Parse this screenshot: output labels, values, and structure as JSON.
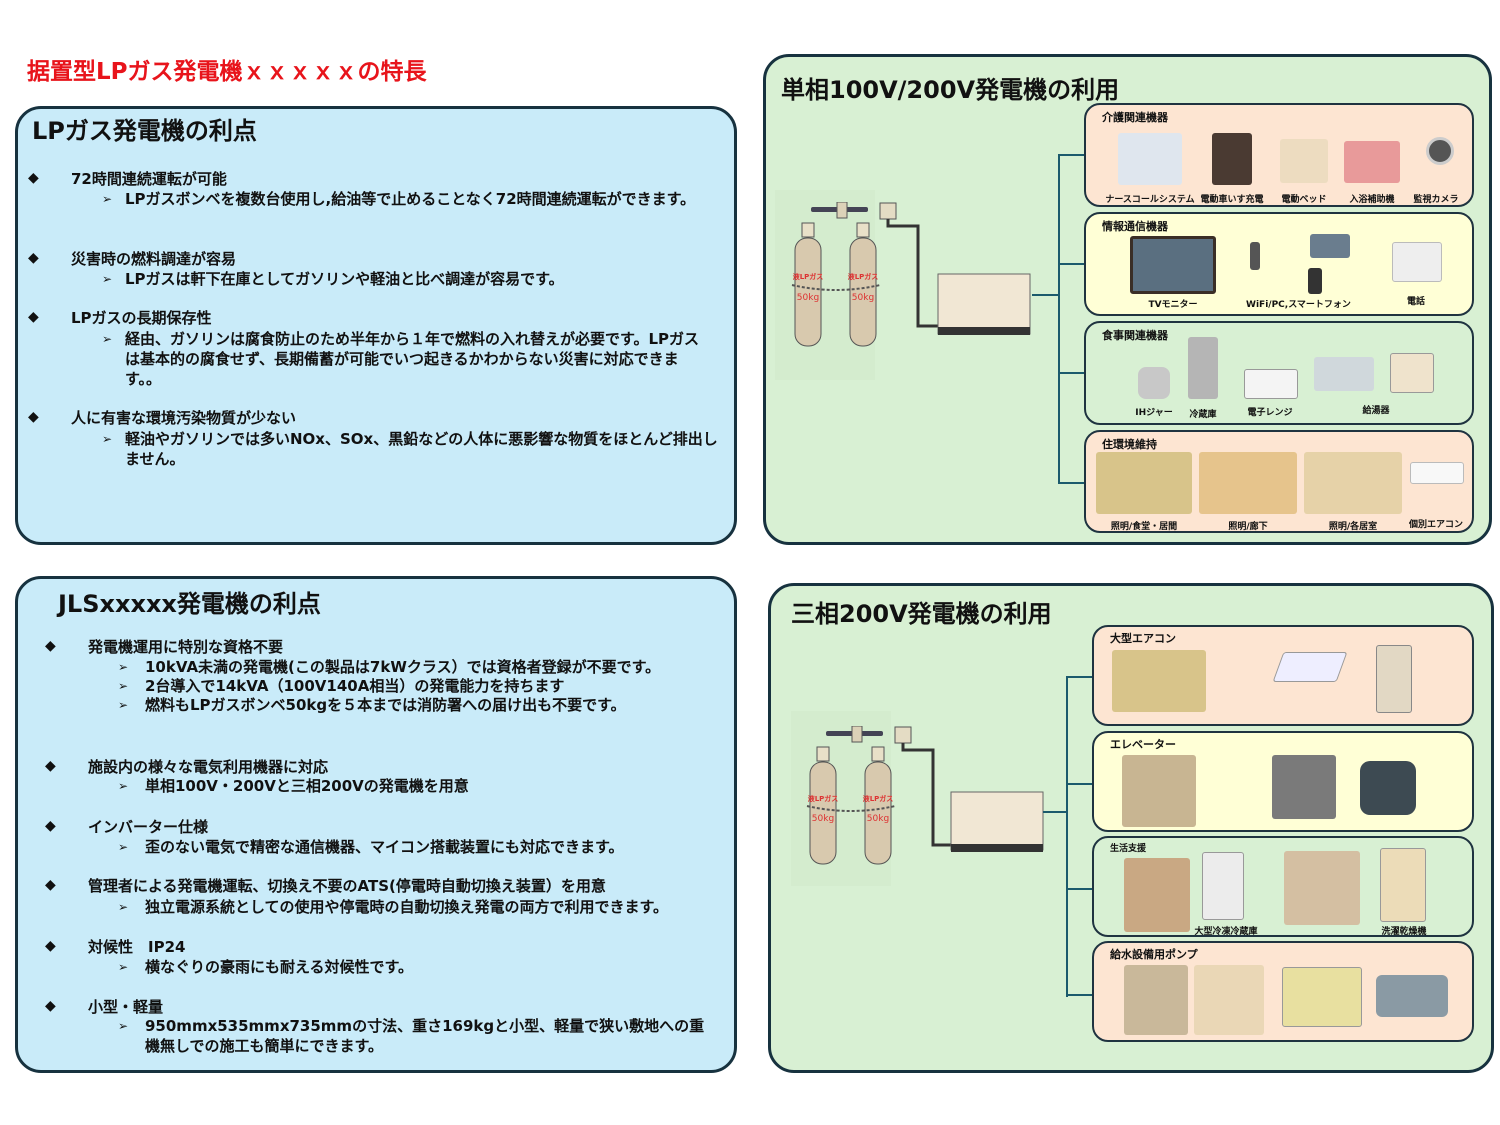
{
  "page_title": "据置型LPガス発電機ｘｘｘｘｘの特長",
  "lp_panel": {
    "title": "LPガス発電機の利点",
    "features": [
      {
        "head": "72時間連続運転が可能",
        "subs": [
          "LPガスボンベを複数台使用し,給油等で止めることなく72時間連続運転ができます。"
        ]
      },
      {
        "head": "災害時の燃料調達が容易",
        "subs": [
          "LPガスは軒下在庫としてガソリンや軽油と比べ調達が容易です。"
        ]
      },
      {
        "head": "LPガスの長期保存性",
        "subs": [
          "経由、ガソリンは腐食防止のため半年から１年で燃料の入れ替えが必要です。LPガスは基本的の腐食せず、長期備蓄が可能でいつ起きるかわからない災害に対応できます。。"
        ]
      },
      {
        "head": "人に有害な環境汚染物質が少ない",
        "subs": [
          "軽油やガソリンでは多いNOx、SOx、黒鉛などの人体に悪影響な物質をほとんど排出しません。"
        ]
      }
    ]
  },
  "jls_panel": {
    "title": "JLSxxxxx発電機の利点",
    "features": [
      {
        "head": "発電機運用に特別な資格不要",
        "subs": [
          "10kVA未満の発電機(この製品は7kWクラス）では資格者登録が不要です。",
          "2台導入で14kVA（100V140A相当）の発電能力を持ちます",
          "燃料もLPガスボンベ50kgを５本までは消防署への届け出も不要です。"
        ]
      },
      {
        "head": "施設内の様々な電気利用機器に対応",
        "subs": [
          "単相100V・200Vと三相200Vの発電機を用意"
        ]
      },
      {
        "head": "インバーター仕様",
        "subs": [
          "歪のない電気で精密な通信機器、マイコン搭載装置にも対応できます。"
        ]
      },
      {
        "head": "管理者による発電機運転、切換え不要のATS(停電時自動切換え装置）を用意",
        "subs": [
          "独立電源系統としての使用や停電時の自動切換え発電の両方で利用できます。"
        ]
      },
      {
        "head": "対候性　IP24",
        "subs": [
          "横なぐりの豪雨にも耐える対候性です。"
        ]
      },
      {
        "head": "小型・軽量",
        "subs": [
          "950mmx535mmx735mmの寸法、重さ169kgと小型、軽量で狭い敷地への重機無しでの施工も簡単にできます。"
        ]
      }
    ]
  },
  "single_phase_panel": {
    "title": "単相100V/200V発電機の利用",
    "cylinder_label": "液LPガス",
    "cylinder_weight": "50kg",
    "groups": [
      {
        "label": "介護関連機器",
        "items": [
          "ナースコールシステム",
          "電動車いす充電",
          "電動ベッド",
          "入浴補助機",
          "監視カメラ"
        ]
      },
      {
        "label": "情報通信機器",
        "items": [
          "TVモニター",
          "WiFi/PC,スマートフォン",
          "電話"
        ]
      },
      {
        "label": "食事関連機器",
        "items": [
          "IHジャー",
          "冷蔵庫",
          "電子レンジ",
          "給湯器"
        ]
      },
      {
        "label": "住環境維持",
        "items": [
          "照明/食堂・居間",
          "照明/廊下",
          "照明/各居室",
          "個別エアコン"
        ]
      }
    ]
  },
  "three_phase_panel": {
    "title": "三相200V発電機の利用",
    "cylinder_label": "液LPガス",
    "cylinder_weight": "50kg",
    "groups": [
      {
        "label": "大型エアコン",
        "items": []
      },
      {
        "label": "エレベーター",
        "items": []
      },
      {
        "label": "生活支援",
        "items": [
          "大型冷凍冷蔵庫",
          "洗濯乾燥機"
        ]
      },
      {
        "label": "給水設備用ポンプ",
        "items": []
      }
    ]
  },
  "symbols": {
    "diamond": "◆",
    "arrow": "➢"
  },
  "colors": {
    "title_red": "#e8141b",
    "blue_panel": "#c9ebf9",
    "green_panel": "#d8f0d3",
    "peach": "#fde5d2",
    "yellow": "#ffffd6",
    "wire": "#1b5a6c",
    "border": "#17323f"
  }
}
